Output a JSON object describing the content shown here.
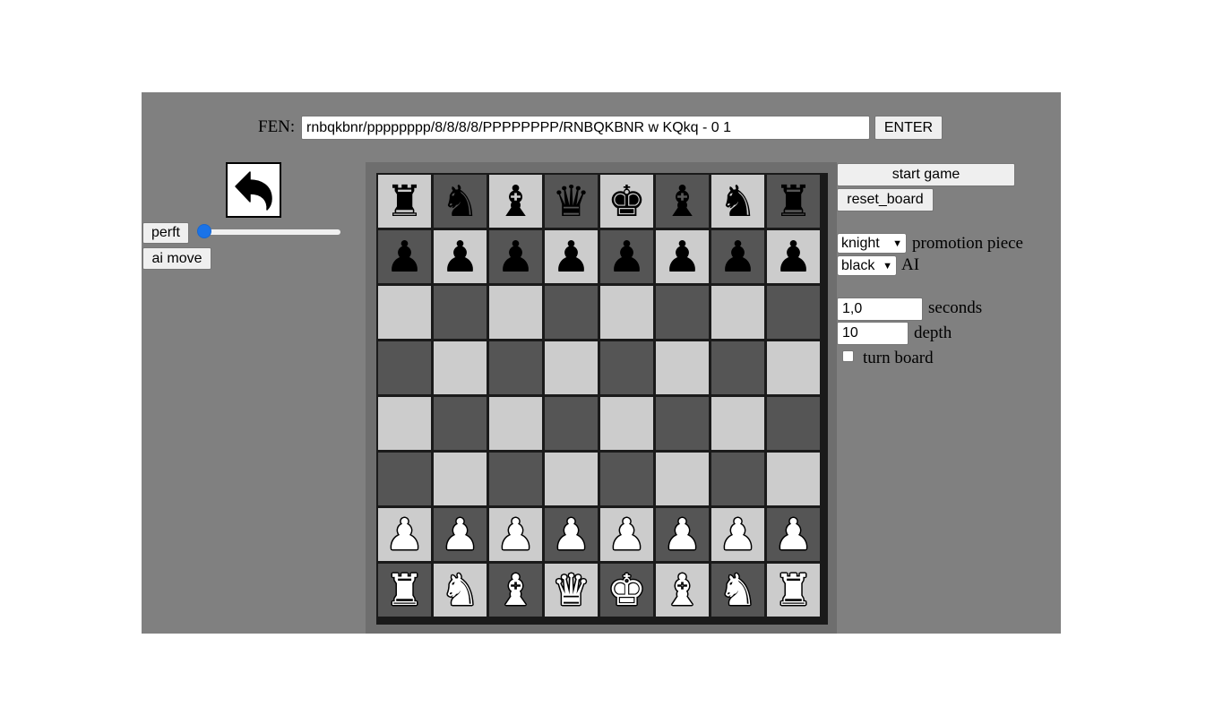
{
  "fen": {
    "label": "FEN:",
    "value": "rnbqkbnr/pppppppp/8/8/8/8/PPPPPPPP/RNBQKBNR w KQkq - 0 1",
    "enter_label": "ENTER"
  },
  "left_panel": {
    "undo_icon": "undo-arrow-icon",
    "perft_label": "perft",
    "perft_slider_value": 0,
    "ai_move_label": "ai move"
  },
  "right_panel": {
    "start_game_label": "start game",
    "reset_board_label": "reset_board",
    "promotion_select": "knight",
    "promotion_label": "promotion piece",
    "ai_color_select": "black",
    "ai_label": "AI",
    "seconds_value": "1,0",
    "seconds_label": "seconds",
    "depth_value": "10",
    "depth_label": "depth",
    "turn_board_checked": false,
    "turn_board_label": "turn board"
  },
  "board": {
    "colors": {
      "light": "#cccccc",
      "dark": "#555555",
      "frame": "#6e6e6e",
      "background": "#808080"
    },
    "rows": [
      [
        "r",
        "n",
        "b",
        "q",
        "k",
        "b",
        "n",
        "r"
      ],
      [
        "p",
        "p",
        "p",
        "p",
        "p",
        "p",
        "p",
        "p"
      ],
      [
        "",
        "",
        "",
        "",
        "",
        "",
        "",
        ""
      ],
      [
        "",
        "",
        "",
        "",
        "",
        "",
        "",
        ""
      ],
      [
        "",
        "",
        "",
        "",
        "",
        "",
        "",
        ""
      ],
      [
        "",
        "",
        "",
        "",
        "",
        "",
        "",
        ""
      ],
      [
        "P",
        "P",
        "P",
        "P",
        "P",
        "P",
        "P",
        "P"
      ],
      [
        "R",
        "N",
        "B",
        "Q",
        "K",
        "B",
        "N",
        "R"
      ]
    ]
  }
}
